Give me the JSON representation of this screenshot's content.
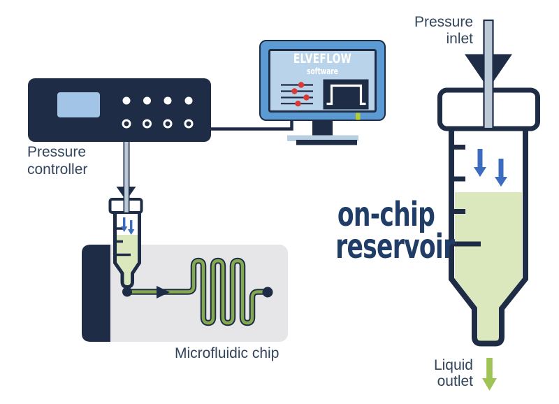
{
  "labels": {
    "pressure_controller": "Pressure\ncontroller",
    "microfluidic_chip": "Microfluidic chip",
    "pressure_inlet": "Pressure\ninlet",
    "on_chip_reservoir": "on-chip\nreservoir",
    "liquid_outlet": "Liquid\noutlet"
  },
  "monitor": {
    "brand": "ELVEFLOW",
    "subtitle": "software"
  },
  "colors": {
    "navy": "#1e2d45",
    "label_text": "#32455c",
    "headline_text": "#1f3d66",
    "monitor_frame": "#5b9ad2",
    "monitor_screen": "#b9d3ea",
    "controller_screen": "#a2c4e6",
    "tube_gray": "#bcc9d6",
    "liquid_green": "#dbe7bd",
    "channel_green": "#85a94e",
    "outlet_arrow_green": "#9fc355",
    "flow_arrow_blue": "#3c6cc0",
    "slider_dot_red": "#d93a35",
    "indicator_green": "#b5cc35",
    "chip_gray": "#e6e6e8"
  }
}
